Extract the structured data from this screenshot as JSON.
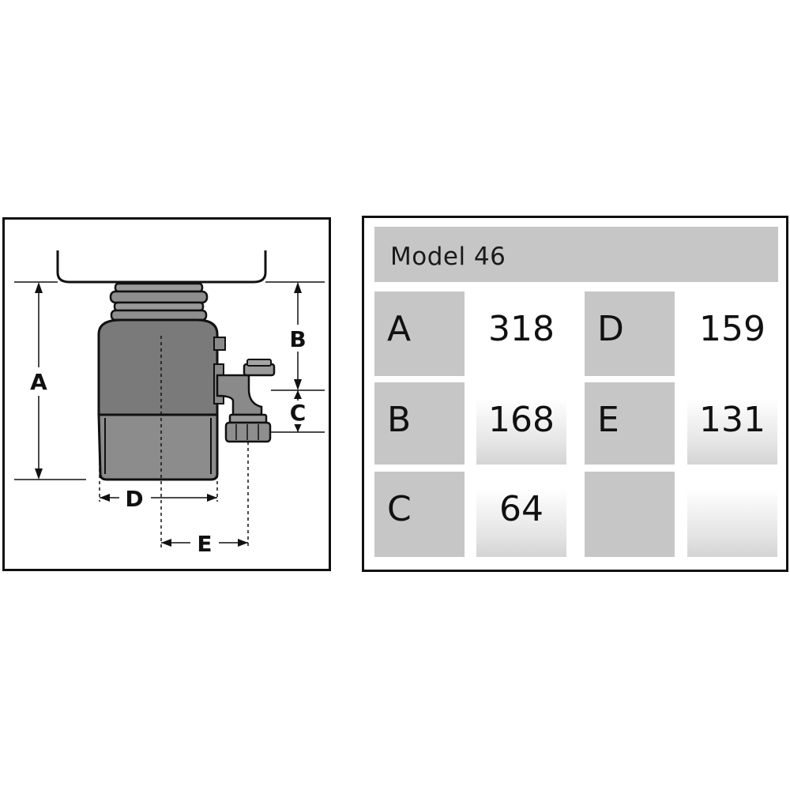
{
  "diagram": {
    "labels": {
      "a": "A",
      "b": "B",
      "c": "C",
      "d": "D",
      "e": "E"
    }
  },
  "table": {
    "title": "Model 46",
    "rows": [
      {
        "key1": "A",
        "val1": "318",
        "key2": "D",
        "val2": "159"
      },
      {
        "key1": "B",
        "val1": "168",
        "key2": "E",
        "val2": "131"
      },
      {
        "key1": "C",
        "val1": "64",
        "key2": "",
        "val2": ""
      }
    ]
  },
  "colors": {
    "cell_grey": "#c6c6c6",
    "line": "#111111"
  }
}
